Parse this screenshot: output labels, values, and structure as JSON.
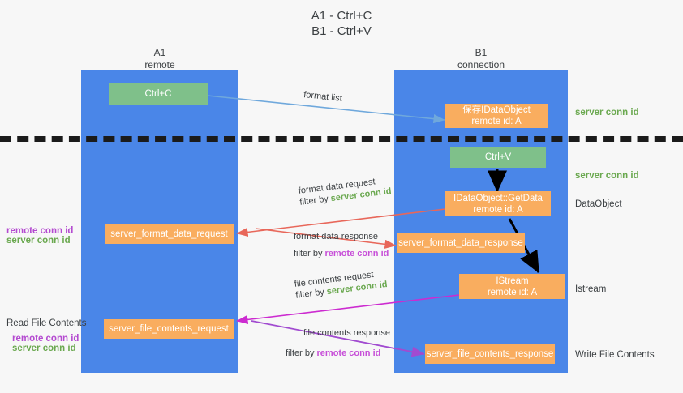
{
  "title": {
    "line1": "A1 - Ctrl+C",
    "line2": "B1 - Ctrl+V"
  },
  "lanes": [
    {
      "id": "a1",
      "name": "A1",
      "role": "remote"
    },
    {
      "id": "b1",
      "name": "B1",
      "role": "connection"
    }
  ],
  "boxes": {
    "ctrl_c": "Ctrl+C",
    "ctrl_v": "Ctrl+V",
    "save_idataobject_l1": "保存IDataObject",
    "save_idataobject_l2": "remote id: A",
    "getdata_l1": "IDataObject::GetData",
    "getdata_l2": "remote id: A",
    "istream_l1": "IStream",
    "istream_l2": "remote id: A",
    "server_format_data_request": "server_format_data_request",
    "server_format_data_response": "server_format_data_response",
    "server_file_contents_request": "server_file_contents_request",
    "server_file_contents_response": "server_file_contents_response"
  },
  "right_labels": {
    "server_conn_id_top": "server conn id",
    "server_conn_id_mid": "server conn id",
    "dataobject": "DataObject",
    "istream": "Istream",
    "write_file_contents": "Write File Contents"
  },
  "left_labels": {
    "remote_conn_id_1": "remote conn id",
    "server_conn_id_1": "server conn id",
    "read_file_contents": "Read File Contents",
    "remote_conn_id_2": "remote conn id",
    "server_conn_id_2": "server conn id"
  },
  "annotations": {
    "format_list": "format list",
    "format_data_request": "format data request",
    "format_data_request_filter_prefix": "filter by ",
    "format_data_request_filter_value": "server conn id",
    "format_data_response": "format data response",
    "format_data_response_filter_prefix": "filter by ",
    "format_data_response_filter_value": "remote conn id",
    "file_contents_request": "file contents request",
    "file_contents_request_filter_prefix": "filter by ",
    "file_contents_request_filter_value": "server conn id",
    "file_contents_response": "file contents response",
    "file_contents_response_filter_prefix": "filter by ",
    "file_contents_response_filter_value": "remote conn id"
  },
  "colors": {
    "lane": "#4a86e8",
    "green_box": "#7fc08a",
    "orange_box": "#f9ad5f",
    "background": "#f7f7f7",
    "divider": "#1b1b1b",
    "arrow_blue": "#6fa8dc",
    "arrow_red": "#e8675a",
    "arrow_magenta": "#cc2bd0",
    "arrow_purple": "#a14bd0",
    "arrow_black": "#000000",
    "text_green": "#6aa84f",
    "text_purple": "#b44ad0"
  }
}
